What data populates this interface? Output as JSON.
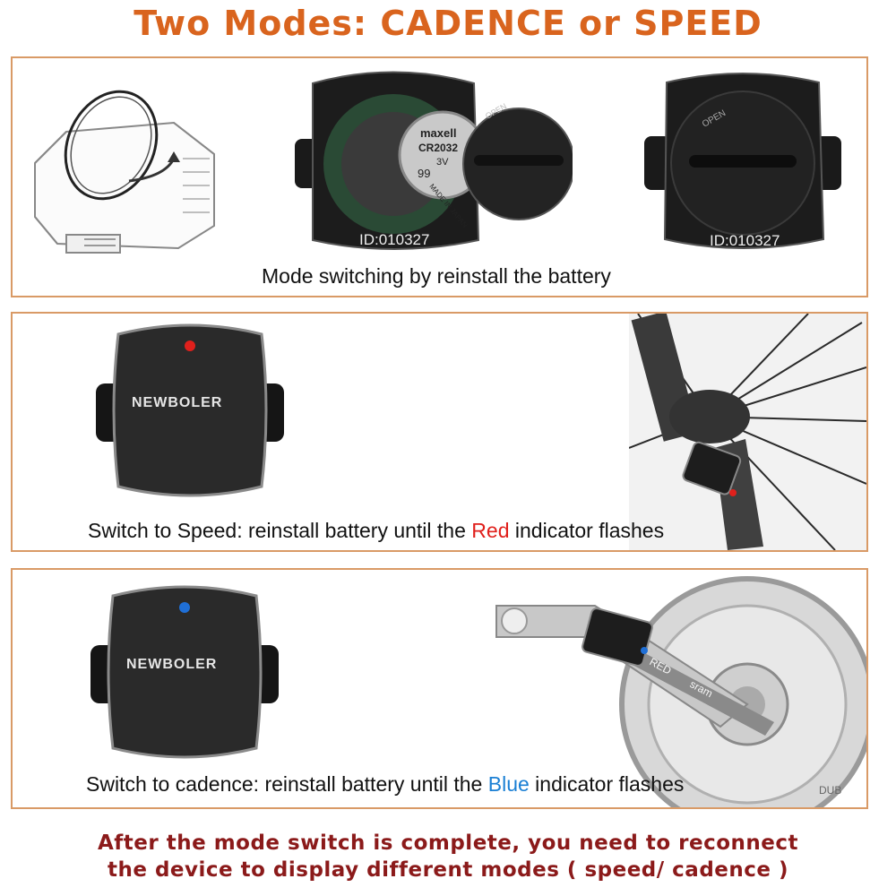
{
  "title": "Two Modes: CADENCE or SPEED",
  "panel1": {
    "caption": "Mode switching by reinstall the battery",
    "open_label": "OPEN",
    "battery_brand": "maxell",
    "battery_model": "CR2032",
    "battery_voltage": "3V",
    "battery_origin": "MADE IN JAPAN",
    "battery_code": "99",
    "id_label": "ID:010327"
  },
  "panel2": {
    "caption_before": "Switch to Speed: reinstall battery until the ",
    "caption_color_word": "Red",
    "caption_after": " indicator flashes",
    "brand": "NEWBOLER",
    "indicator_color": "#e0201c"
  },
  "panel3": {
    "caption_before": "Switch to cadence: reinstall battery until the ",
    "caption_color_word": "Blue",
    "caption_after": " indicator flashes",
    "brand": "NEWBOLER",
    "indicator_color": "#1f6fd6",
    "crank_label_1": "RED",
    "crank_label_2": "sram",
    "crank_label_3": "DUB"
  },
  "footer": {
    "line1": "After the mode switch is complete, you need to reconnect",
    "line2": "the device to display different modes ( speed/ cadence )"
  },
  "colors": {
    "title": "#d9641e",
    "border": "#d99a66",
    "footer": "#8b1a1a",
    "red_word": "#e0201c",
    "blue_word": "#1a7fd4"
  }
}
